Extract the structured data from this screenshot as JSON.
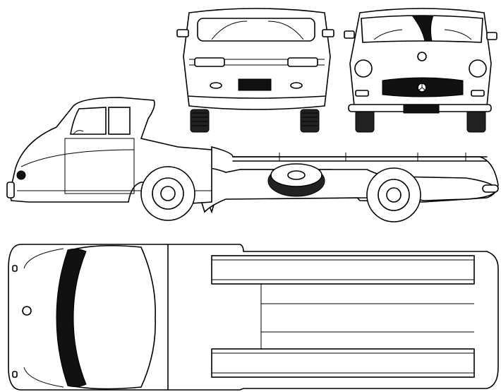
{
  "drawing": {
    "views": [
      "rear",
      "front",
      "side",
      "top"
    ]
  }
}
